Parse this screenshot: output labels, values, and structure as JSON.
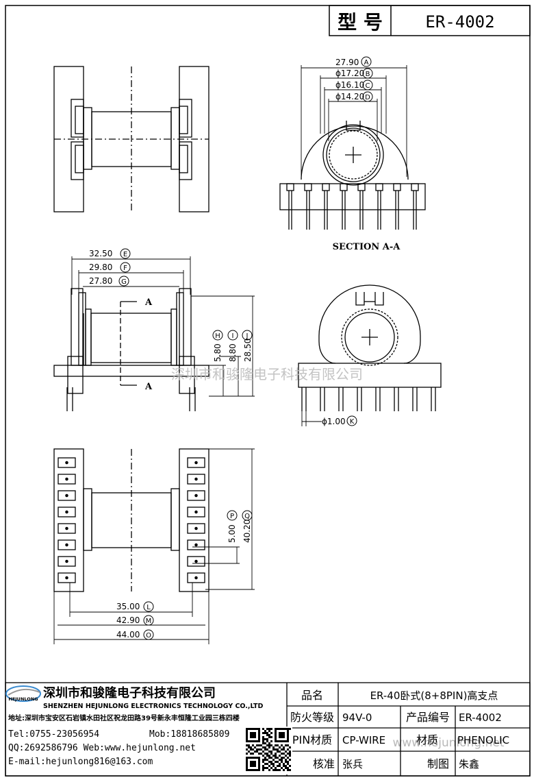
{
  "header": {
    "model_label": "型 号",
    "model_value": "ER-4002"
  },
  "views": {
    "section_label": "SECTION A-A",
    "section_marker": "A"
  },
  "dimensions": {
    "A": "27.90",
    "B": "ϕ17.20",
    "C": "ϕ16.10",
    "D": "ϕ14.20",
    "E": "32.50",
    "F": "29.80",
    "G": "27.80",
    "H": "5.80",
    "I": "8.80",
    "J": "28.50",
    "K": "ϕ1.00",
    "L": "5.00",
    "M": "40.20",
    "O": "35.00",
    "P": "42.90",
    "Q": "44.00"
  },
  "dimension_letters": [
    "A",
    "B",
    "C",
    "D",
    "E",
    "F",
    "G",
    "H",
    "I",
    "J",
    "K",
    "L",
    "M",
    "O",
    "P",
    "Q"
  ],
  "watermark": "深圳市和骏隆电子科技有限公司",
  "watermark_url": "www.hejunlong.net",
  "company": {
    "logo_text": "HEJUNLONG",
    "name_cn": "深圳市和骏隆电子科技有限公司",
    "name_en": "SHENZHEN HEJUNLONG ELECTRONICS TECHNOLOGY CO.,LTD",
    "address": "地址:深圳市宝安区石岩镇水田社区祝龙田路39号新永丰恒隆工业园三栋四楼",
    "tel": "Tel:0755-23056954",
    "mob": "Mob:18818685809",
    "qq_web": "QQ:2692586796 Web:www.hejunlong.net",
    "email": "E-mail:hejunlong816@163.com"
  },
  "info_table": {
    "product_name_label": "品名",
    "product_name_value": "ER-40卧式(8+8PIN)高支点",
    "fire_rating_label": "防火等级",
    "fire_rating_value": "94V-0",
    "product_code_label": "产品编号",
    "product_code_value": "ER-4002",
    "pin_material_label": "PIN材质",
    "pin_material_value": "CP-WIRE",
    "material_label": "材质",
    "material_value": "PHENOLIC",
    "checker_label": "核准",
    "checker_value": "张兵",
    "drawer_label": "制图",
    "drawer_value": "朱鑫"
  }
}
